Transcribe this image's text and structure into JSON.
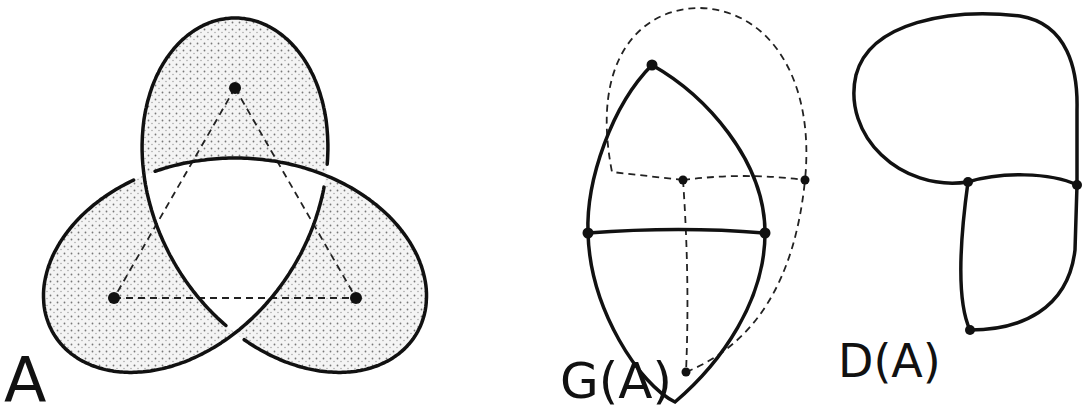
{
  "diagram": {
    "labels": [
      "A",
      "G(A)",
      "D(A)"
    ]
  }
}
